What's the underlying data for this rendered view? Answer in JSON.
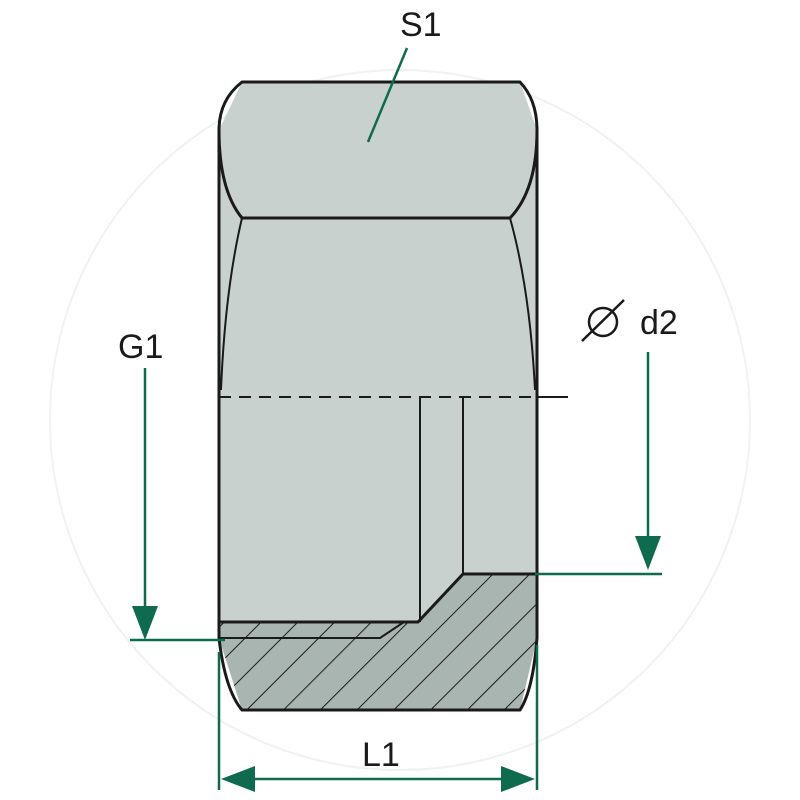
{
  "labels": {
    "s1": "S1",
    "g1": "G1",
    "d2": "d2",
    "l1": "L1"
  },
  "colors": {
    "body_fill": "#c8d1cd",
    "outline": "#1a1a1a",
    "dimension": "#0f6b4e",
    "background": "#ffffff"
  },
  "icons": {
    "diameter": "diameter-symbol-icon"
  }
}
